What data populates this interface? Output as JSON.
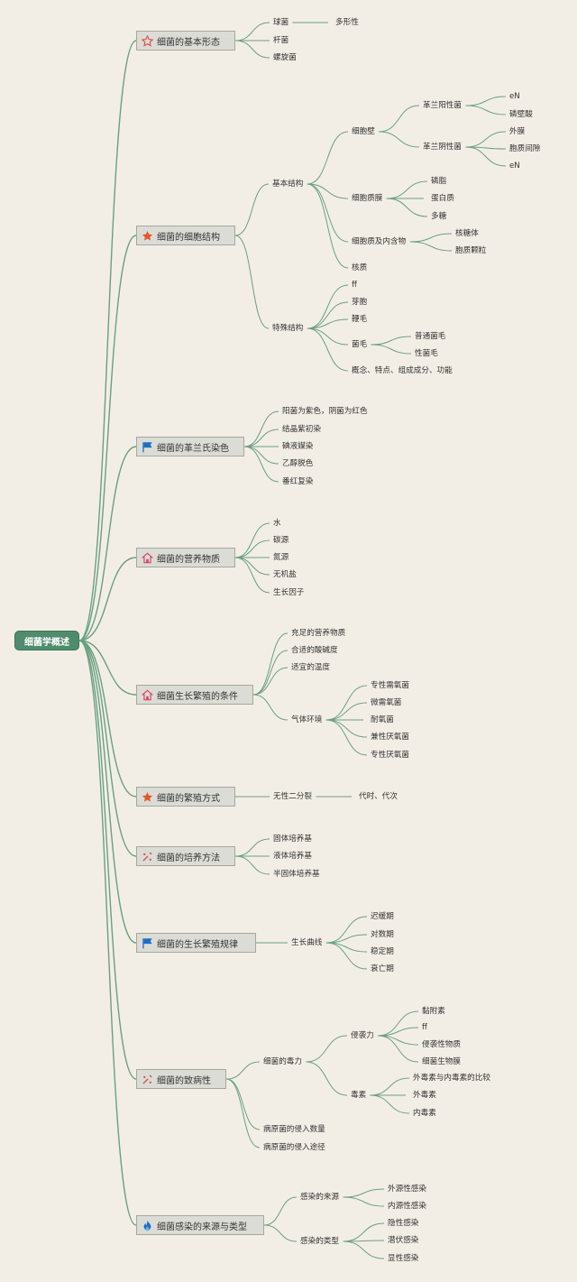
{
  "root": "细菌学概述",
  "colors": {
    "line": "#6aa080",
    "root_fill": "#4f8c6e",
    "topic_fill": "#dcdcd6",
    "background": "#f2eee6"
  },
  "topics": [
    {
      "label": "细菌的基本形态",
      "icon": "star-outline-icon"
    },
    {
      "label": "细菌的细胞结构",
      "icon": "star-icon"
    },
    {
      "label": "细菌的革兰氏染色",
      "icon": "flag-icon"
    },
    {
      "label": "细菌的营养物质",
      "icon": "house-icon"
    },
    {
      "label": "细菌生长繁殖的条件",
      "icon": "house-icon"
    },
    {
      "label": "细菌的繁殖方式",
      "icon": "star-icon"
    },
    {
      "label": "细菌的培养方法",
      "icon": "tools-icon"
    },
    {
      "label": "细菌的生长繁殖规律",
      "icon": "flag-icon"
    },
    {
      "label": "细菌的致病性",
      "icon": "tools-icon"
    },
    {
      "label": "细菌感染的来源与类型",
      "icon": "flame-icon"
    }
  ],
  "nodes": {
    "t1": [
      "球菌",
      "杆菌",
      "螺旋菌",
      "多形性"
    ],
    "t2": [
      "基本结构",
      "特殊结构",
      "细胞壁",
      "细胞质膜",
      "细胞质及内含物",
      "核质",
      "革兰阳性菌",
      "革兰阴性菌",
      "eN",
      "磷壁酸",
      "外膜",
      "胞质间隙",
      "eN",
      "磷脂",
      "蛋白质",
      "多糖",
      "核糖体",
      "胞质颗粒",
      "ff",
      "芽胞",
      "鞭毛",
      "菌毛",
      "概念、特点、组成成分、功能",
      "普通菌毛",
      "性菌毛"
    ],
    "t3": [
      "阳菌为紫色，阴菌为红色",
      "结晶紫初染",
      "碘液媒染",
      "乙醇脱色",
      "番红复染"
    ],
    "t4": [
      "水",
      "碳源",
      "氮源",
      "无机盐",
      "生长因子"
    ],
    "t5": [
      "充足的营养物质",
      "合适的酸碱度",
      "适宜的温度",
      "气体环境",
      "专性需氧菌",
      "微需氧菌",
      "耐氧菌",
      "兼性厌氧菌",
      "专性厌氧菌"
    ],
    "t6": [
      "无性二分裂",
      "代时、代次"
    ],
    "t7": [
      "固体培养基",
      "液体培养基",
      "半固体培养基"
    ],
    "t8": [
      "生长曲线",
      "迟缓期",
      "对数期",
      "稳定期",
      "衰亡期"
    ],
    "t9": [
      "细菌的毒力",
      "病原菌的侵入数量",
      "病原菌的侵入途径",
      "侵袭力",
      "毒素",
      "黏附素",
      "ff",
      "侵袭性物质",
      "细菌生物膜",
      "外毒素与内毒素的比较",
      "外毒素",
      "内毒素"
    ],
    "t10": [
      "感染的来源",
      "感染的类型",
      "外源性感染",
      "内源性感染",
      "隐性感染",
      "潜伏感染",
      "显性感染"
    ]
  }
}
